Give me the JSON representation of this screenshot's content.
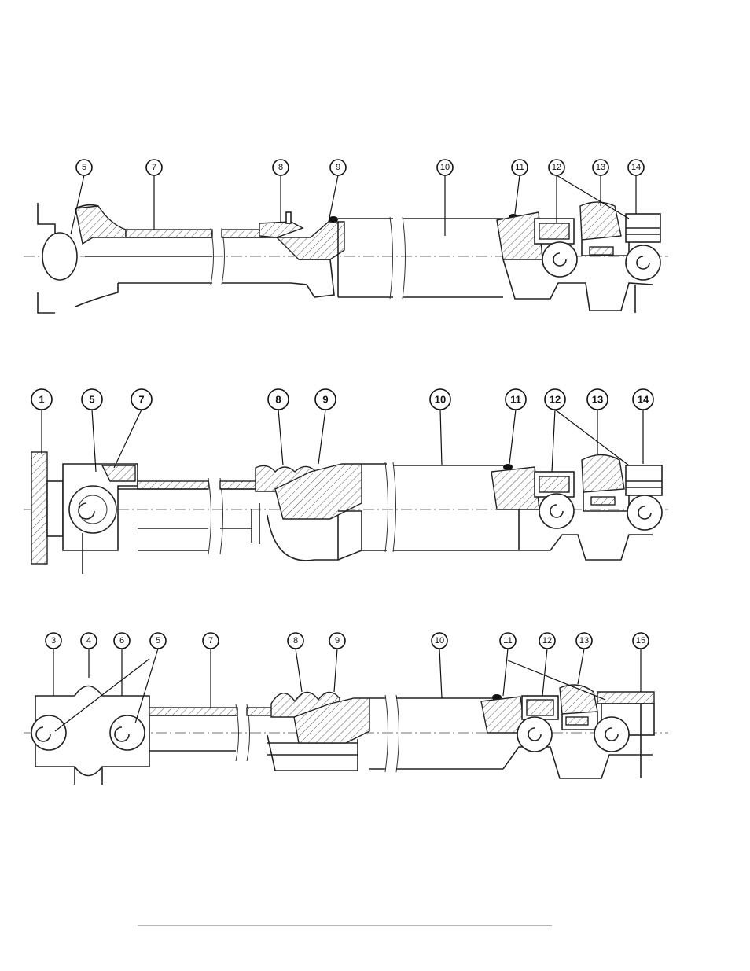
{
  "figure": {
    "views": [
      {
        "id": "top",
        "callouts": [
          "5",
          "7",
          "8",
          "9",
          "10",
          "11",
          "12",
          "13",
          "14"
        ]
      },
      {
        "id": "middle",
        "callouts": [
          "1",
          "5",
          "7",
          "8",
          "9",
          "10",
          "11",
          "12",
          "13",
          "14"
        ]
      },
      {
        "id": "bottom",
        "callouts": [
          "3",
          "4",
          "6",
          "5",
          "7",
          "8",
          "9",
          "10",
          "11",
          "12",
          "13",
          "15"
        ]
      }
    ]
  }
}
